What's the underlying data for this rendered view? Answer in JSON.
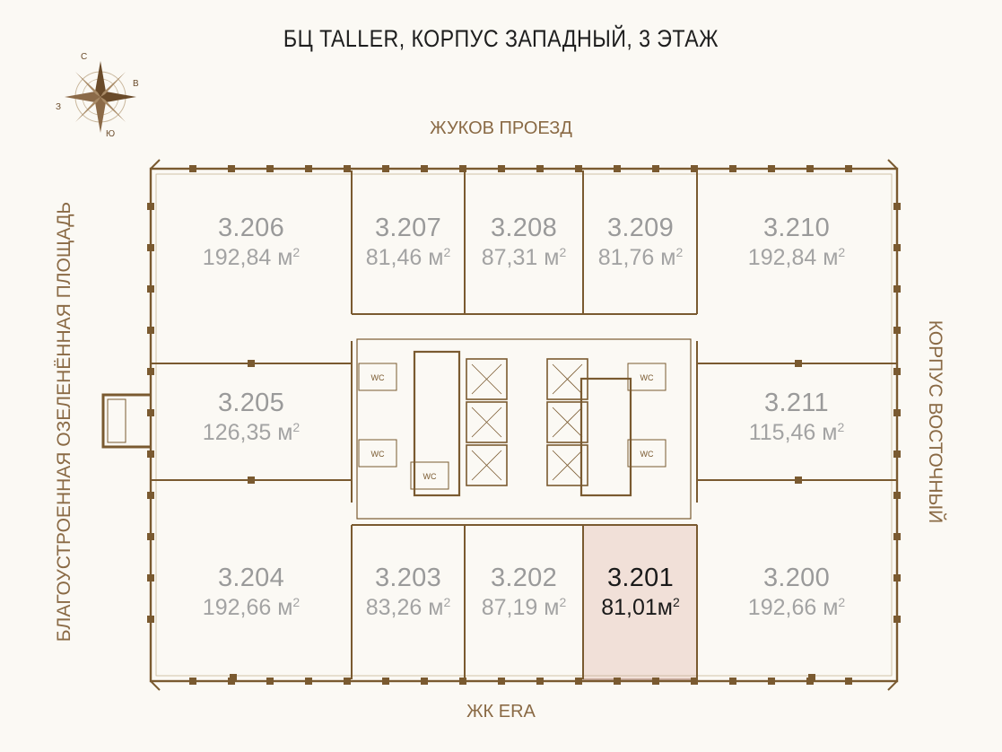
{
  "title": "БЦ TALLER, КОРПУС ЗАПАДНЫЙ, 3 ЭТАЖ",
  "streets": {
    "top": "ЖУКОВ ПРОЕЗД",
    "bottom": "ЖК ERA",
    "left": "БЛАГОУСТРОЕННАЯ ОЗЕЛЕНЁННАЯ ПЛОЩАДЬ",
    "right": "КОРПУС ВОСТОЧНЫЙ"
  },
  "compass": {
    "n": "С",
    "e": "В",
    "s": "Ю",
    "w": "З"
  },
  "units": [
    {
      "id": "3.206",
      "area": "192,84 м",
      "highlighted": false
    },
    {
      "id": "3.207",
      "area": "81,46 м",
      "highlighted": false
    },
    {
      "id": "3.208",
      "area": "87,31 м",
      "highlighted": false
    },
    {
      "id": "3.209",
      "area": "81,76 м",
      "highlighted": false
    },
    {
      "id": "3.210",
      "area": "192,84 м",
      "highlighted": false
    },
    {
      "id": "3.205",
      "area": "126,35 м",
      "highlighted": false
    },
    {
      "id": "3.211",
      "area": "115,46 м",
      "highlighted": false
    },
    {
      "id": "3.204",
      "area": "192,66 м",
      "highlighted": false
    },
    {
      "id": "3.203",
      "area": "83,26 м",
      "highlighted": false
    },
    {
      "id": "3.202",
      "area": "87,19 м",
      "highlighted": false
    },
    {
      "id": "3.201",
      "area": "81,01м",
      "highlighted": true
    },
    {
      "id": "3.200",
      "area": "192,66 м",
      "highlighted": false
    }
  ],
  "unit_suffix": "2",
  "wc_label": "WC",
  "colors": {
    "wall": "#7a5a30",
    "highlight_fill": "#f1e0d8",
    "text_muted": "#9a9a9a",
    "accent": "#8a6a45"
  }
}
